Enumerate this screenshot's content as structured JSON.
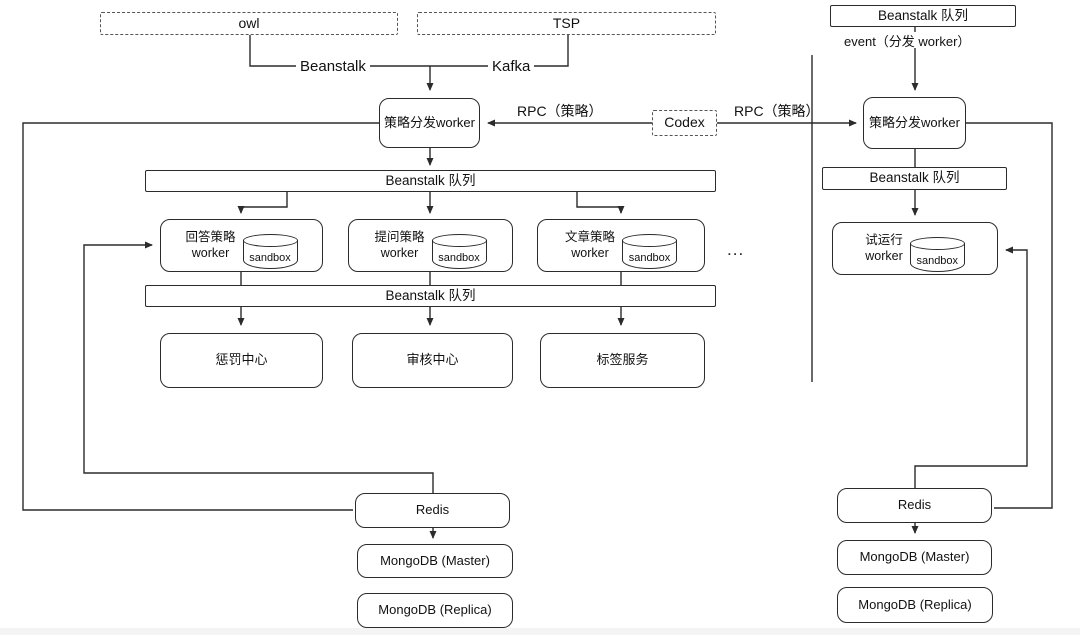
{
  "diagram": {
    "colors": {
      "stroke": "#2b2b2b",
      "background": "#ffffff"
    },
    "sources": {
      "owl": "owl",
      "tsp": "TSP"
    },
    "edge_labels": {
      "beanstalk": "Beanstalk",
      "kafka": "Kafka",
      "rpc_left": "RPC（策略）",
      "rpc_right": "RPC（策略）",
      "event": "event（分发 worker）"
    },
    "codex": {
      "label": "Codex"
    },
    "left": {
      "dispatcher": "策略分发worker",
      "queue_upper": "Beanstalk 队列",
      "workers": [
        {
          "title": "回答策略",
          "subtitle": "worker",
          "db": "sandbox"
        },
        {
          "title": "提问策略",
          "subtitle": "worker",
          "db": "sandbox"
        },
        {
          "title": "文章策略",
          "subtitle": "worker",
          "db": "sandbox"
        }
      ],
      "more": "...",
      "queue_lower": "Beanstalk 队列",
      "services": [
        "惩罚中心",
        "审核中心",
        "标签服务"
      ],
      "redis": "Redis",
      "mongo_master": "MongoDB (Master)",
      "mongo_replica": "MongoDB (Replica)"
    },
    "right": {
      "queue_top": "Beanstalk 队列",
      "dispatcher": "策略分发worker",
      "queue_mid": "Beanstalk 队列",
      "worker": {
        "title": "试运行",
        "subtitle": "worker",
        "db": "sandbox"
      },
      "redis": "Redis",
      "mongo_master": "MongoDB (Master)",
      "mongo_replica": "MongoDB (Replica)"
    }
  }
}
